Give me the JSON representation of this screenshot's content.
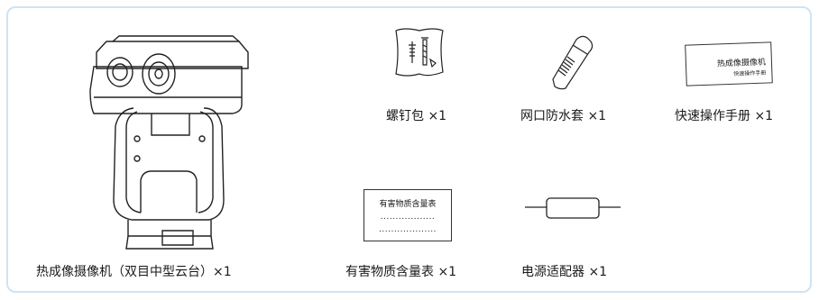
{
  "items": {
    "camera": {
      "icon": "ptz-thermal-camera-icon",
      "label": "热成像摄像机（双目中型云台）×1"
    },
    "screws": {
      "icon": "screw-bag-icon",
      "label": "螺钉包 ×1"
    },
    "waterproof": {
      "icon": "network-waterproof-sleeve-icon",
      "label": "网口防水套 ×1"
    },
    "manual": {
      "icon": "quick-guide-booklet-icon",
      "label": "快速操作手册 ×1",
      "cover_title": "热成像摄像机",
      "cover_subtitle": "快速操作手册"
    },
    "hazard": {
      "icon": "hazard-table-card-icon",
      "label": "有害物质含量表 ×1",
      "card_title": "有害物质含量表",
      "dots1": "..................",
      "dots2": "..................."
    },
    "adapter": {
      "icon": "power-adapter-icon",
      "label": "电源适配器 ×1"
    }
  }
}
